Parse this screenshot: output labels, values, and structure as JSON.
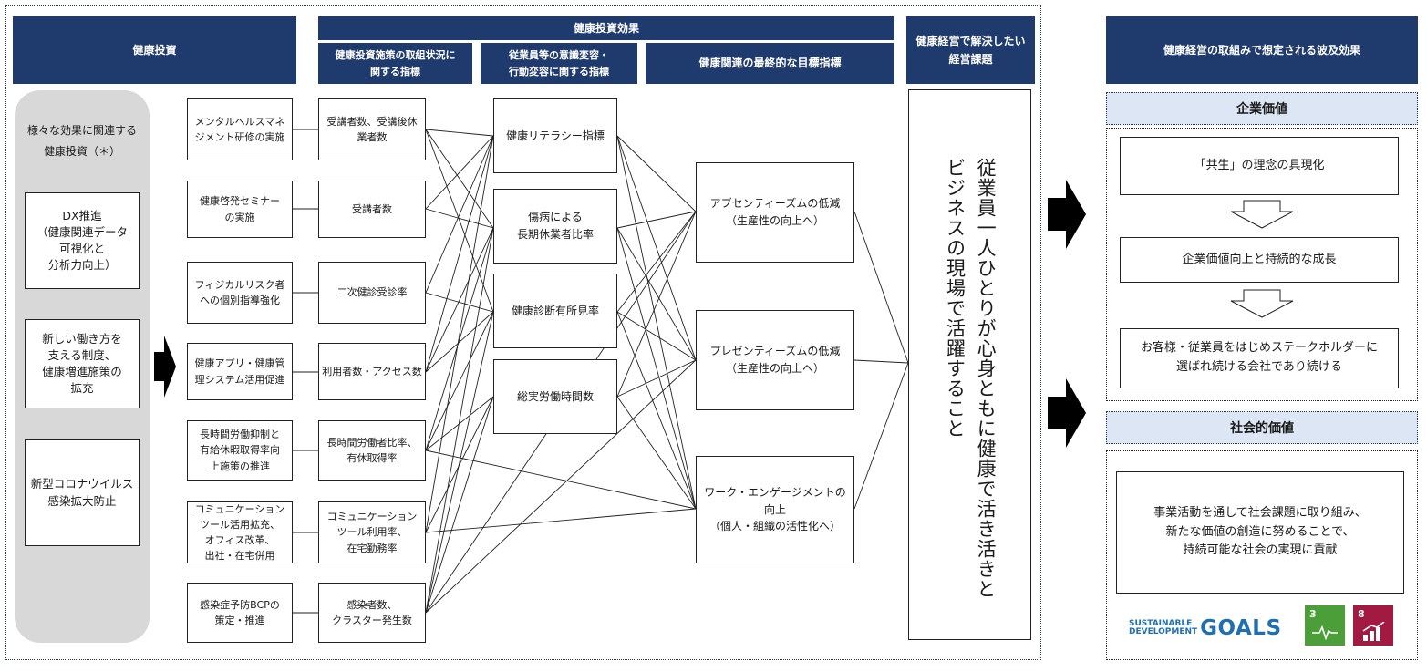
{
  "headers": {
    "investment": "健康投資",
    "effect": "健康投資効果",
    "effect_sub1": "健康投資施策の取組状況に\n関する指標",
    "effect_sub2": "従業員等の意識変容・\n行動変容に関する指標",
    "effect_sub3": "健康関連の最終的な目標指標",
    "issue": "健康経営で解決したい\n経営課題",
    "ripple": "健康経営の取組みで想定される波及効果"
  },
  "grey_panel": {
    "caption": "様々な効果に関連する\n健康投資（＊）",
    "items": [
      "DX推進\n（健康関連データ\n可視化と\n分析力向上）",
      "新しい働き方を\n支える制度、\n健康増進施策の\n拡充",
      "新型コロナウイルス\n感染拡大防止"
    ]
  },
  "measures": [
    "メンタルヘルスマネ\nジメント研修の実施",
    "健康啓発セミナー\nの実施",
    "フィジカルリスク者\nへの個別指導強化",
    "健康アプリ・健康管\n理システム活用促進",
    "長時間労働抑制と\n有給休暇取得率向\n上施策の推進",
    "コミュニケーション\nツール活用拡充、\nオフィス改革、\n出社・在宅併用",
    "感染症予防BCPの\n策定・推進"
  ],
  "status_indicators": [
    "受講者数、受講後休\n業者数",
    "受講者数",
    "二次健診受診率",
    "利用者数・アクセス数",
    "長時間労働者比率、\n有休取得率",
    "コミュニケーション\nツール利用率、\n在宅勤務率",
    "感染者数、\nクラスター発生数"
  ],
  "behavior_indicators": [
    "健康リテラシー指標",
    "傷病による\n長期休業者比率",
    "健康診断有所見率",
    "総実労働時間数"
  ],
  "final_indicators": [
    "アブセンティーズムの低減\n（生産性の向上へ）",
    "プレゼンティーズムの低減\n（生産性の向上へ）",
    "ワーク・エンゲージメントの\n向上\n（個人・組織の活性化へ）"
  ],
  "management_issue": "従業員一人ひとりが心身ともに健康で活き活きと\nビジネスの現場で活躍すること",
  "corporate_value": {
    "title": "企業価値",
    "items": [
      "「共生」の理念の具現化",
      "企業価値向上と持続的な成長",
      "お客様・従業員をはじめステークホルダーに\n選ばれ続ける会社であり続ける"
    ]
  },
  "social_value": {
    "title": "社会的価値",
    "text": "事業活動を通して社会課題に取り組み、\n新たな価値の創造に努めることで、\n持続可能な社会の実現に貢献"
  },
  "sdgs": {
    "line1": "SUSTAINABLE",
    "line2": "DEVELOPMENT",
    "goals_word": "GOALS",
    "goal3_num": "3",
    "goal8_num": "8",
    "goal3_color": "#4c9f38",
    "goal8_color": "#a21942"
  },
  "colors": {
    "header_navy": "#1f3b6e",
    "value_header_bg": "#dce6f4",
    "grey_panel": "#d8d8d8"
  }
}
